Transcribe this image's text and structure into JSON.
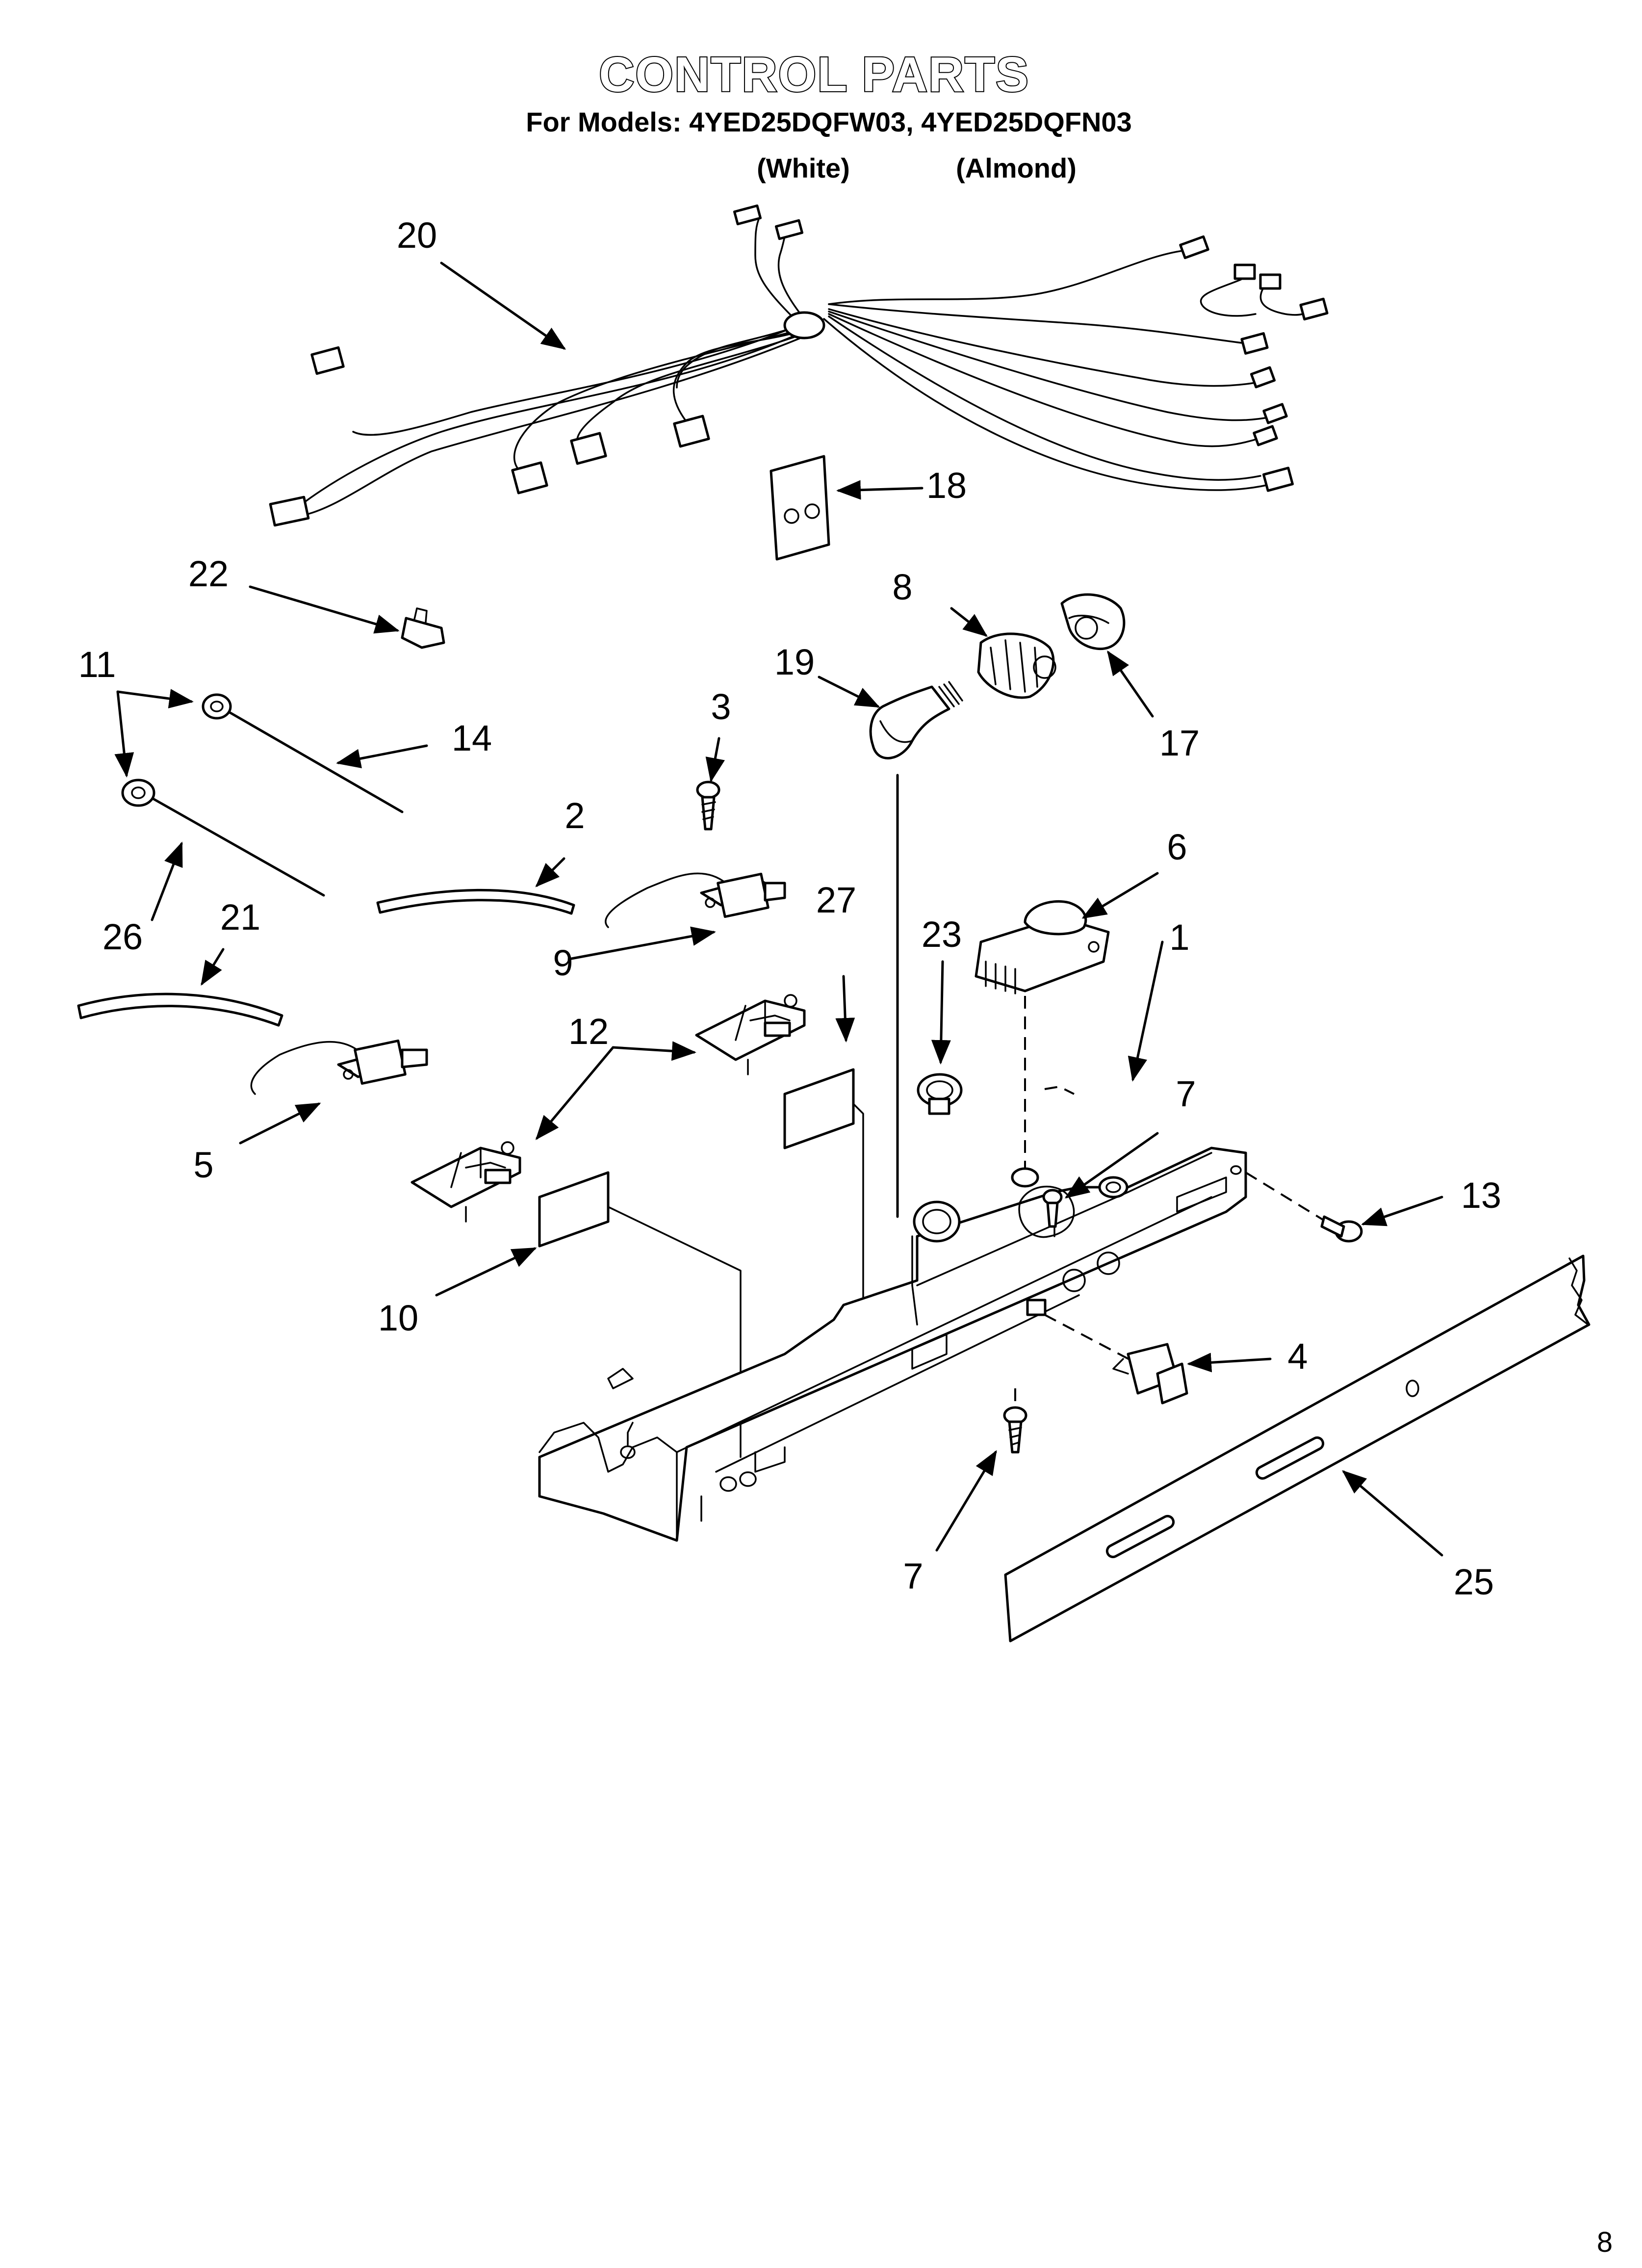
{
  "header": {
    "title": "CONTROL PARTS",
    "models": "For Models: 4YED25DQFW03, 4YED25DQFN03",
    "variant_white": "(White)",
    "variant_almond": "(Almond)"
  },
  "callouts": {
    "c1": "1",
    "c2": "2",
    "c3": "3",
    "c4": "4",
    "c5": "5",
    "c6": "6",
    "c7a": "7",
    "c7b": "7",
    "c8": "8",
    "c9": "9",
    "c10": "10",
    "c11": "11",
    "c12": "12",
    "c13": "13",
    "c14": "14",
    "c17": "17",
    "c18": "18",
    "c19": "19",
    "c20": "20",
    "c21": "21",
    "c22": "22",
    "c23": "23",
    "c25": "25",
    "c26": "26",
    "c27": "27"
  },
  "footer": {
    "page_marker": "8"
  },
  "colors": {
    "ink": "#000000",
    "paper": "#ffffff"
  }
}
